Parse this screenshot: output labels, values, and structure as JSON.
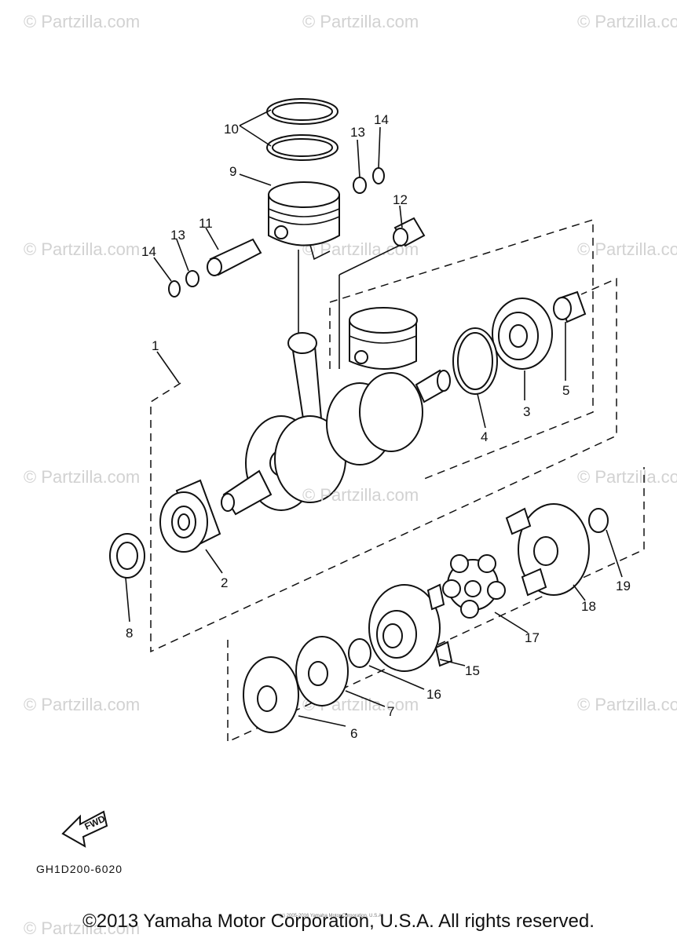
{
  "watermarks": [
    "© Partzilla.com",
    "© Partzilla.com",
    "© Partzilla.com",
    "© Partzilla.com",
    "© Partzilla.com",
    "© Partzilla.com",
    "© Partzilla.com",
    "© Partzilla.com",
    "© Partzilla.com",
    "© Partzilla.com",
    "© Partzilla.com",
    "© Partzilla.com"
  ],
  "center_watermark": "© Partzilla.com",
  "callouts": {
    "c1": "1",
    "c2": "2",
    "c3": "3",
    "c4": "4",
    "c5": "5",
    "c6": "6",
    "c7": "7",
    "c8": "8",
    "c9": "9",
    "c10": "10",
    "c11": "11",
    "c12": "12",
    "c13a": "13",
    "c13b": "13",
    "c14a": "14",
    "c14b": "14",
    "c15": "15",
    "c16": "16",
    "c17": "17",
    "c18": "18",
    "c19": "19"
  },
  "fwd_label": "FWD",
  "diagram_code": "GH1D200-6020",
  "small_copyright": "(c) 2005-2016 Yamaha Motor Corporation, U.S.A.",
  "copyright": "©2013 Yamaha Motor Corporation, U.S.A. All rights reserved."
}
